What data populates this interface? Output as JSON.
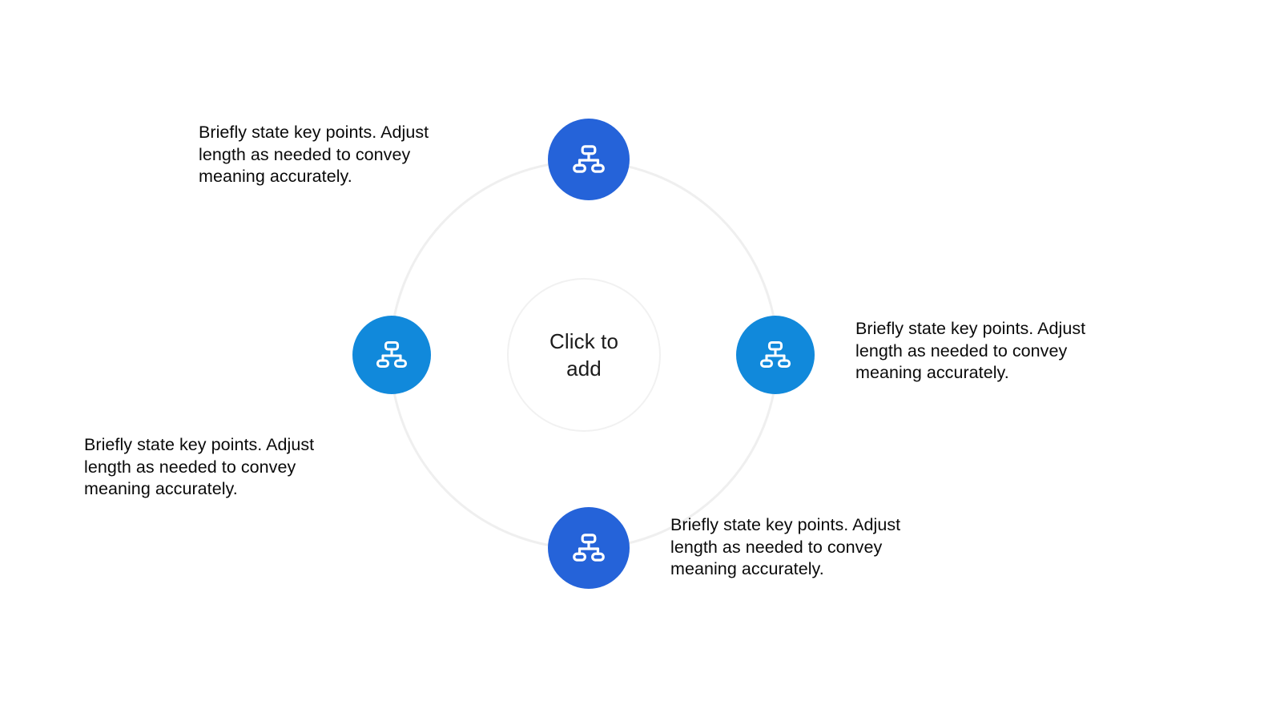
{
  "center": {
    "label": "Click to\nadd"
  },
  "colors": {
    "node_dark_blue": "#2563d9",
    "node_light_blue": "#1189db",
    "ring": "#efefef",
    "inner_ring": "#f1f1f1",
    "text": "#0a0a0a",
    "background": "#ffffff",
    "icon": "#ffffff"
  },
  "nodes": [
    {
      "position": "top",
      "icon": "hierarchy-icon",
      "color": "#2563d9",
      "caption": "Briefly state key points. Adjust length as needed to convey meaning accurately."
    },
    {
      "position": "right",
      "icon": "hierarchy-icon",
      "color": "#1189db",
      "caption": "Briefly state key points. Adjust length as needed to convey meaning accurately."
    },
    {
      "position": "bottom",
      "icon": "hierarchy-icon",
      "color": "#2563d9",
      "caption": "Briefly state key points. Adjust length as needed to convey meaning accurately."
    },
    {
      "position": "left",
      "icon": "hierarchy-icon",
      "color": "#1189db",
      "caption": "Briefly state key points. Adjust length as needed to convey meaning accurately."
    }
  ]
}
